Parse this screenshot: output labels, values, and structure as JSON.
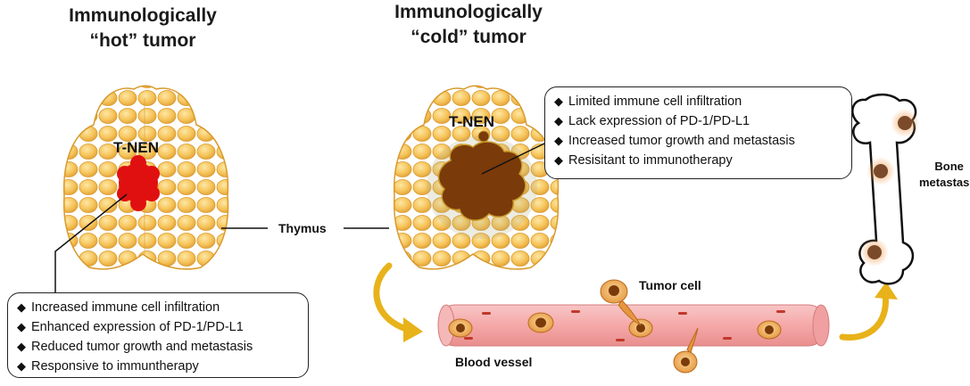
{
  "hot": {
    "title_line1": "Immunologically",
    "title_line2": "“hot” tumor",
    "tumor_label": "T-NEN",
    "bullet_glyph": "◆",
    "features": [
      "Increased immune cell infiltration",
      "Enhanced expression of PD-1/PD-L1",
      "Reduced tumor growth and metastasis",
      "Responsive to immuntherapy"
    ]
  },
  "cold": {
    "title_line1": "Immunologically",
    "title_line2": "“cold” tumor",
    "tumor_label": "T-NEN",
    "bullet_glyph": "◆",
    "features": [
      "Limited immune cell infiltration",
      "Lack expression of PD-1/PD-L1",
      "Increased tumor growth and metastasis",
      "Resisitant to immunotherapy"
    ]
  },
  "center_label": "Thymus",
  "tumor_cell_label": "Tumor cell",
  "blood_vessel_label": "Blood vessel",
  "bone_label_line1": "Bone",
  "bone_label_line2": "metastasis",
  "colors": {
    "thymus_fill": "#f6c45a",
    "thymus_stroke": "#d99a2b",
    "hot_tumor": "#e01010",
    "cold_tumor": "#7a3a0a",
    "vessel": "#f3a2a2",
    "arrow": "#e8b21a"
  }
}
